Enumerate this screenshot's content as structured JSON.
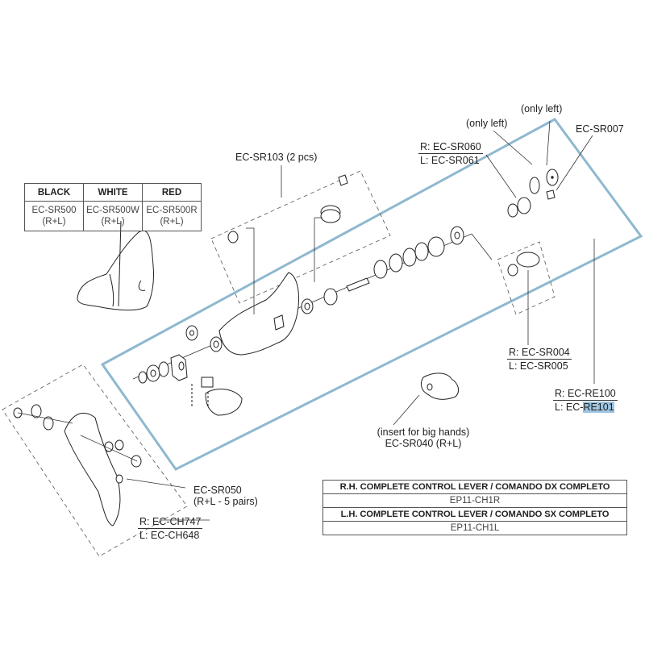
{
  "diagram": {
    "highlight_color": "#9cc3e0",
    "frame_color": "#8fb8cf"
  },
  "color_table": {
    "headers": [
      "BLACK",
      "WHITE",
      "RED"
    ],
    "codes": [
      "EC-SR500",
      "EC-SR500W",
      "EC-SR500R"
    ],
    "fitment": [
      "(R+L)",
      "(R+L)",
      "(R+L)"
    ]
  },
  "labels": {
    "ec_sr103": "EC-SR103 (2 pcs)",
    "only_left_1": "(only left)",
    "only_left_2": "(only left)",
    "ec_sr007": "EC-SR007",
    "sr060": {
      "right": "R: EC-SR060",
      "left": "L: EC-SR061"
    },
    "sr004": {
      "right": "R: EC-SR004",
      "left": "L: EC-SR005"
    },
    "re100": {
      "right": "R: EC-RE100",
      "left_prefix": "L: EC-",
      "left_highlight": "RE101"
    },
    "insert": {
      "line1": "(insert for big hands)",
      "line2": "EC-SR040 (R+L)"
    },
    "sr050": {
      "line1": "EC-SR050",
      "line2": "(R+L - 5 pairs)"
    },
    "ch747": {
      "right": "R: EC-CH747",
      "left": "L: EC-CH648"
    }
  },
  "complete_table": {
    "rows": [
      {
        "title": "R.H. COMPLETE CONTROL LEVER / COMANDO DX COMPLETO",
        "code": "EP11-CH1R"
      },
      {
        "title": "L.H. COMPLETE CONTROL LEVER / COMANDO SX COMPLETO",
        "code": "EP11-CH1L"
      }
    ]
  }
}
